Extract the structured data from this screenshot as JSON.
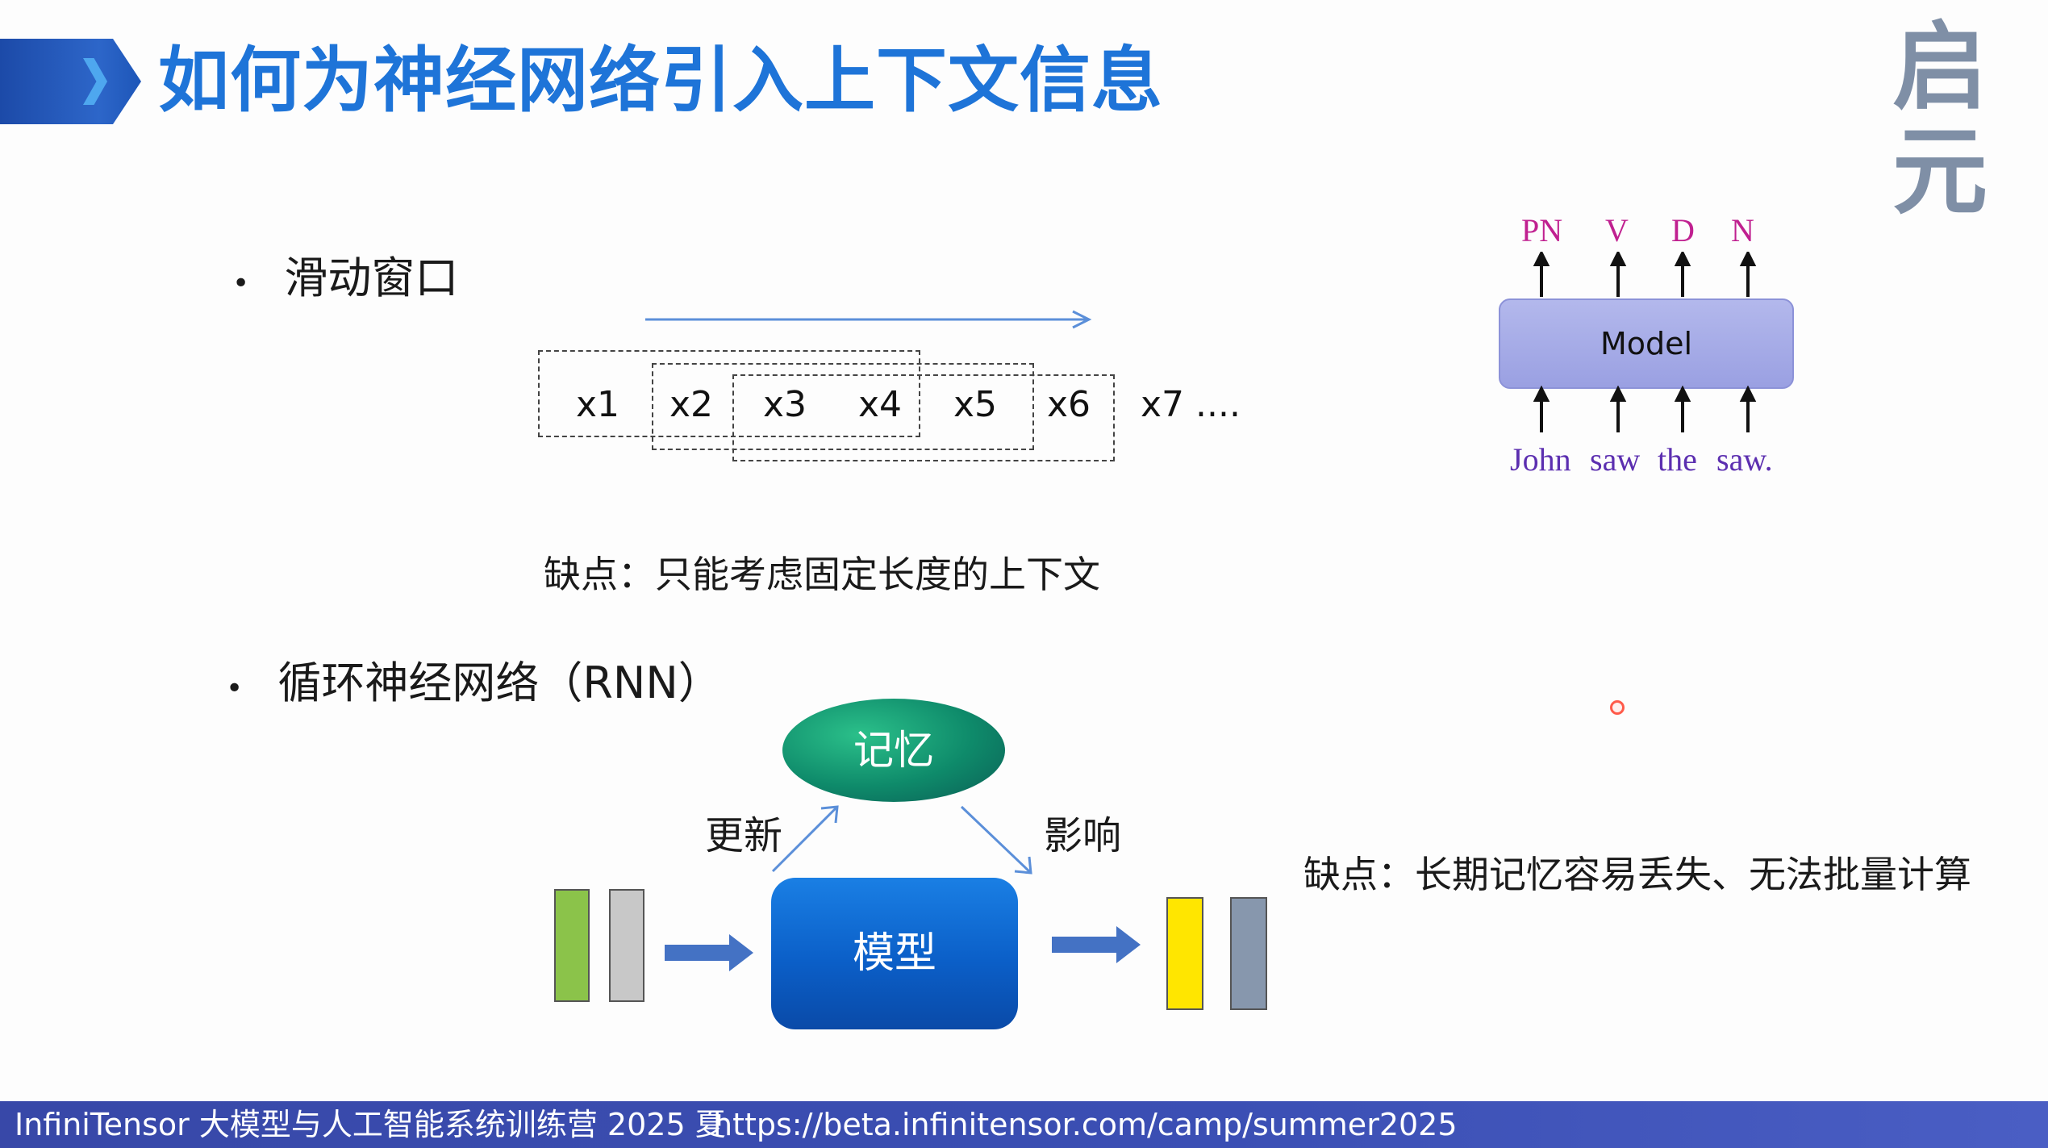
{
  "slide": {
    "title": "如何为神经网络引入上下文信息",
    "logo": "启元"
  },
  "section1": {
    "bullet": "•",
    "heading": "滑动窗口",
    "tokens": [
      "x1",
      "x2",
      "x3",
      "x4",
      "x5",
      "x6",
      "x7 ...."
    ],
    "drawback": "缺点：只能考虑固定长度的上下文"
  },
  "tagger": {
    "tags": [
      "PN",
      "V",
      "D",
      "N"
    ],
    "model_label": "Model",
    "words": [
      "John",
      "saw",
      "the",
      "saw."
    ],
    "colors": {
      "tag": "#c02090",
      "word": "#5c2fb0",
      "box": "#a5aae8"
    }
  },
  "section2": {
    "bullet": "•",
    "heading": "循环神经网络（RNN）",
    "memory_label": "记忆",
    "model_label": "模型",
    "update_label": "更新",
    "influence_label": "影响",
    "drawback": "缺点：长期记忆容易丢失、无法批量计算",
    "colors": {
      "input_bars": [
        "#8bc34a",
        "#c8c8c8"
      ],
      "output_bars": [
        "#ffe600",
        "#8797ad"
      ],
      "arrow": "#4472c4"
    }
  },
  "footer": {
    "text": "InfiniTensor 大模型与人工智能系统训练营 2025 夏",
    "url": "https://beta.infinitensor.com/camp/summer2025"
  }
}
